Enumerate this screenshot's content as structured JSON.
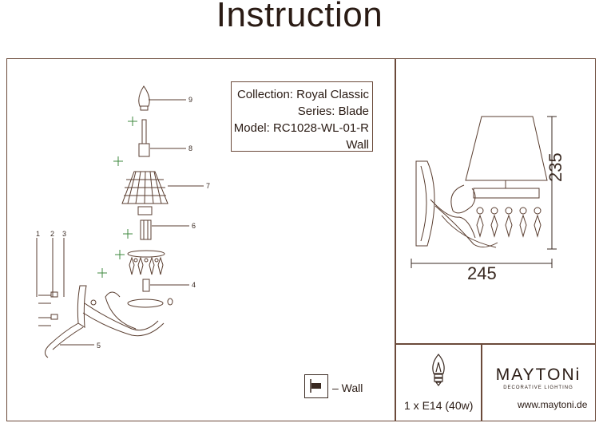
{
  "title": "Instruction",
  "info": {
    "collection": "Collection: Royal Classic",
    "series": "Series: Blade",
    "model": "Model: RC1028-WL-01-R",
    "mount": "Wall"
  },
  "dimensions": {
    "height": "235",
    "width": "245"
  },
  "part_numbers": [
    "1",
    "2",
    "3",
    "4",
    "5",
    "6",
    "7",
    "8",
    "9"
  ],
  "legend": {
    "wall_label": "– Wall"
  },
  "bulb": {
    "spec": "1 x E14 (40w)"
  },
  "brand": {
    "name": "MAYTONi",
    "tagline": "DECORATIVE LIGHTING",
    "website": "www.maytoni.de"
  }
}
